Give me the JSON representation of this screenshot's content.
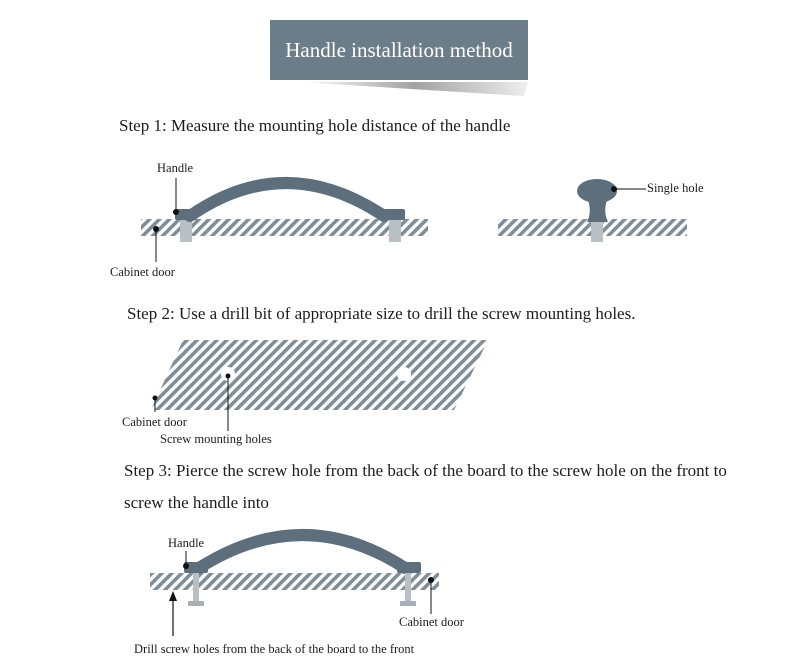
{
  "title": "Handle installation method",
  "steps": {
    "step1": "Step 1: Measure the mounting hole distance of the handle",
    "step2": "Step 2: Use a drill bit of appropriate size to drill the screw mounting holes.",
    "step3_line1": "Step 3: Pierce the screw hole from the back of the board to the screw hole on the front to",
    "step3_line2": "screw the handle into"
  },
  "labels": {
    "handle_1": "Handle",
    "cabinet_door_1": "Cabinet door",
    "single_hole": "Single hole",
    "cabinet_door_2": "Cabinet door",
    "screw_mounting_holes": "Screw mounting holes",
    "handle_3": "Handle",
    "cabinet_door_3": "Cabinet door",
    "drill_note": "Drill screw holes from the back of the board to the front"
  },
  "colors": {
    "title_bg": "#6b7d89",
    "handle": "#5d6e7c",
    "hatch": "#7e8d98",
    "screw": "#b8c0c6"
  }
}
